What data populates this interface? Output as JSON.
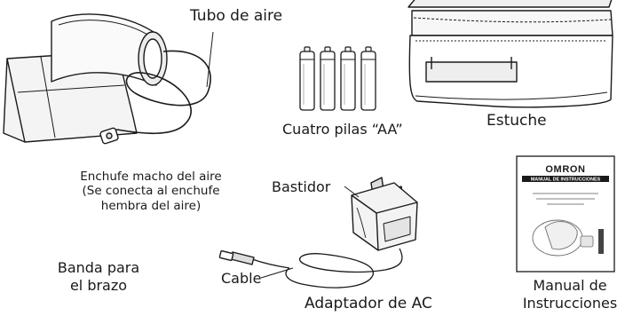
{
  "labels": {
    "air_tube": "Tubo de aire",
    "plug": {
      "line1": "Enchufe macho del aire",
      "line2": "(Se conecta al enchufe",
      "line3": "hembra del aire)"
    },
    "cuff": {
      "line1": "Banda para",
      "line2": "el brazo"
    },
    "batteries": "Cuatro pilas “AA”",
    "case": "Estuche",
    "frame": "Bastidor",
    "cable": "Cable",
    "adapter": "Adaptador de AC",
    "manual": {
      "line1": "Manual de",
      "line2": "Instrucciones"
    }
  },
  "manual_cover": {
    "brand": "OMRON",
    "title": "MANUAL DE INSTRUCCIONES"
  },
  "colors": {
    "line": "#1a1a1a",
    "fill": "#ffffff",
    "shade": "#e6e6e6"
  }
}
